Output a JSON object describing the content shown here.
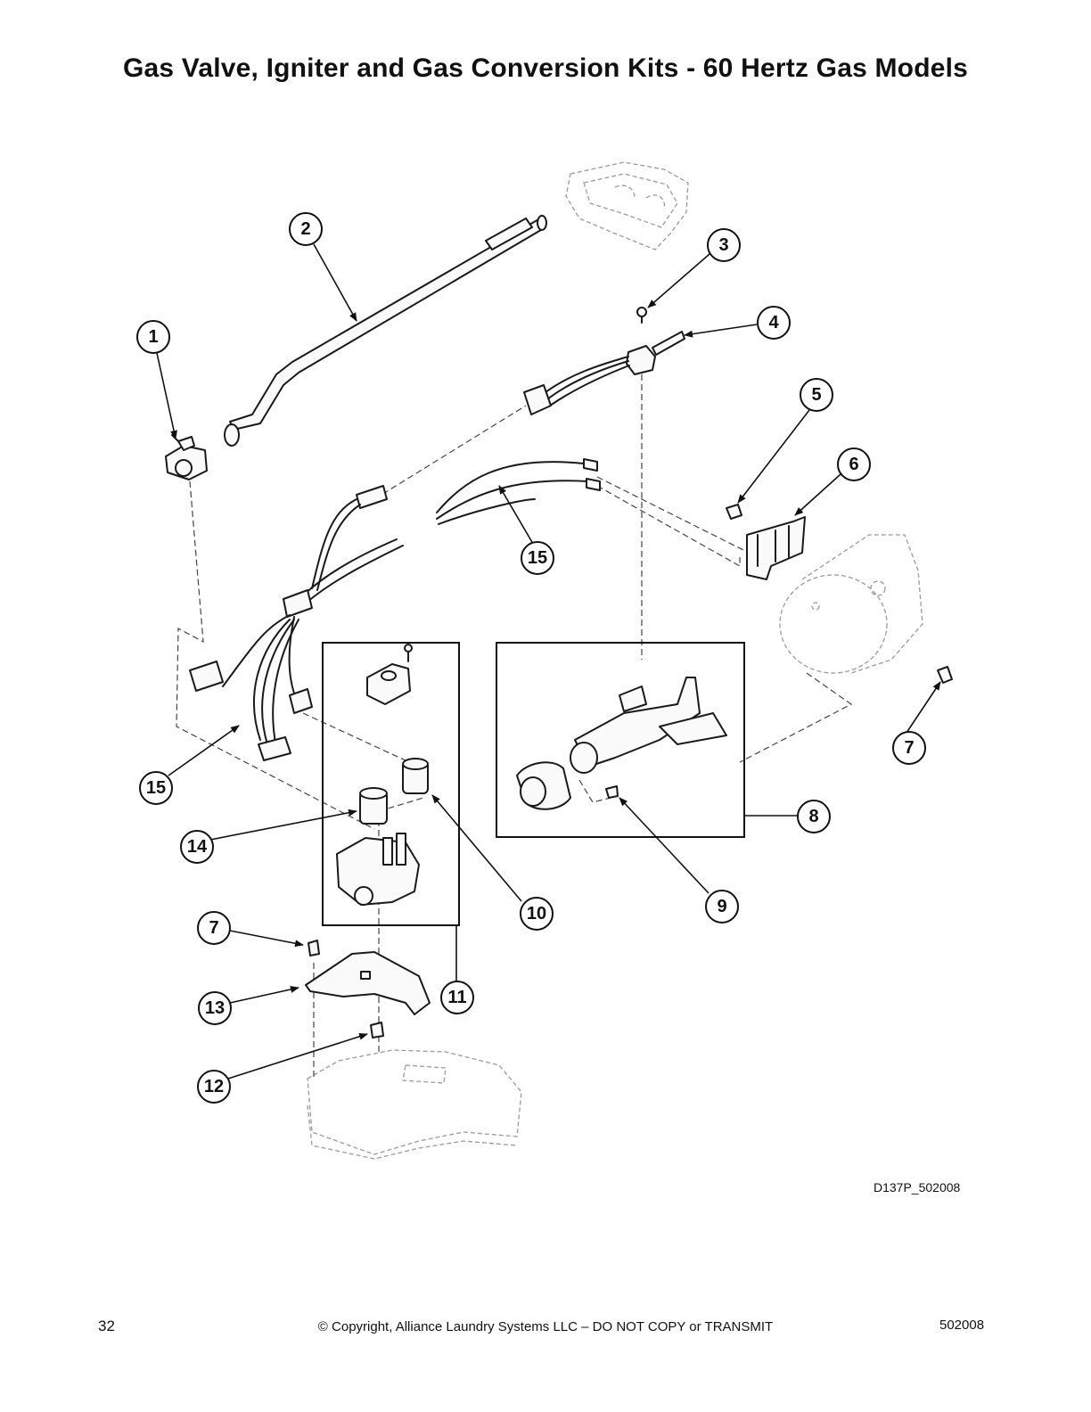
{
  "title": "Gas Valve, Igniter and Gas Conversion Kits - 60 Hertz Gas Models",
  "drawing_id": "D137P_502008",
  "footer": {
    "page_number": "32",
    "copyright": "© Copyright, Alliance Laundry Systems LLC – DO NOT COPY or TRANSMIT",
    "doc_number": "502008"
  },
  "callouts": [
    "1",
    "2",
    "3",
    "4",
    "5",
    "6",
    "7",
    "8",
    "9",
    "10",
    "11",
    "12",
    "13",
    "14",
    "15"
  ]
}
